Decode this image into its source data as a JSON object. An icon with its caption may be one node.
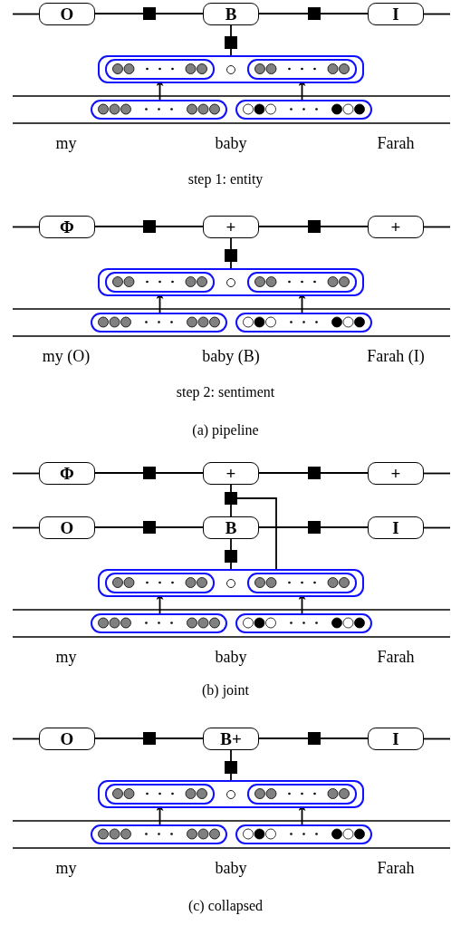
{
  "diagram": {
    "nodes": [
      {
        "text": [
          "O"
        ]
      },
      {
        "text": [],
        "shape": "square"
      },
      {
        "text": [
          "B"
        ]
      },
      {
        "text": [],
        "shape": "square"
      },
      {
        "text": [
          "I"
        ]
      },
      {
        "text": [],
        "shape": "square"
      },
      {
        "text": [],
        "shape": "box"
      },
      {
        "text": [],
        "shape": "box",
        "in": 6
      },
      {
        "text": [],
        "shape": "box",
        "in": 6
      },
      {
        "text": [],
        "shape": "box"
      },
      {
        "text": [],
        "shape": "box"
      },
      {
        "text": [
          "Φ"
        ]
      },
      {
        "text": [],
        "shape": "square"
      },
      {
        "text": [
          "+"
        ]
      },
      {
        "text": [],
        "shape": "square"
      },
      {
        "text": [
          "+"
        ]
      },
      {
        "text": [],
        "shape": "square"
      },
      {
        "text": [],
        "shape": "box"
      },
      {
        "text": [],
        "shape": "box",
        "in": 17
      },
      {
        "text": [],
        "shape": "box",
        "in": 17
      },
      {
        "text": [],
        "shape": "box"
      },
      {
        "text": [],
        "shape": "box"
      },
      {
        "text": [
          "Φ"
        ]
      },
      {
        "text": [],
        "shape": "square"
      },
      {
        "text": [
          "+"
        ]
      },
      {
        "text": [],
        "shape": "square"
      },
      {
        "text": [
          "+"
        ]
      },
      {
        "text": [],
        "shape": "square"
      },
      {
        "text": [
          "O"
        ]
      },
      {
        "text": [],
        "shape": "square"
      },
      {
        "text": [
          "B"
        ]
      },
      {
        "text": [],
        "shape": "square"
      },
      {
        "text": [
          "I"
        ]
      },
      {
        "text": [],
        "shape": "square"
      },
      {
        "text": [],
        "shape": "box"
      },
      {
        "text": [],
        "shape": "box",
        "in": 34
      },
      {
        "text": [],
        "shape": "box",
        "in": 34
      },
      {
        "text": [],
        "shape": "box"
      },
      {
        "text": [],
        "shape": "box"
      },
      {
        "text": [
          "O"
        ]
      },
      {
        "text": [],
        "shape": "square"
      },
      {
        "text": [
          "B+"
        ]
      },
      {
        "text": [],
        "shape": "square"
      },
      {
        "text": [
          "I"
        ]
      },
      {
        "text": [],
        "shape": "square"
      },
      {
        "text": [],
        "shape": "box"
      },
      {
        "text": [],
        "shape": "box",
        "in": 45
      },
      {
        "text": [],
        "shape": "box",
        "in": 45
      },
      {
        "text": [],
        "shape": "box"
      },
      {
        "text": [],
        "shape": "box"
      }
    ],
    "edges": [
      {
        "from": null,
        "to": 0,
        "arrow": "none"
      },
      {
        "from": 0,
        "to": 1,
        "arrow": "none"
      },
      {
        "from": 1,
        "to": 2,
        "arrow": "none"
      },
      {
        "from": 2,
        "to": 3,
        "arrow": "none"
      },
      {
        "from": 3,
        "to": 4,
        "arrow": "none"
      },
      {
        "from": 4,
        "to": null,
        "arrow": "none"
      },
      {
        "from": 2,
        "to": 5,
        "arrow": "none"
      },
      {
        "from": 5,
        "to": 6,
        "arrow": "none"
      },
      {
        "from": 9,
        "to": 7,
        "arrow": "to"
      },
      {
        "from": 10,
        "to": 8,
        "arrow": "to"
      },
      {
        "from": null,
        "to": 11,
        "arrow": "none"
      },
      {
        "from": 11,
        "to": 12,
        "arrow": "none"
      },
      {
        "from": 12,
        "to": 13,
        "arrow": "none"
      },
      {
        "from": 13,
        "to": 14,
        "arrow": "none"
      },
      {
        "from": 14,
        "to": 15,
        "arrow": "none"
      },
      {
        "from": 15,
        "to": null,
        "arrow": "none"
      },
      {
        "from": 13,
        "to": 16,
        "arrow": "none"
      },
      {
        "from": 16,
        "to": 17,
        "arrow": "none"
      },
      {
        "from": 20,
        "to": 18,
        "arrow": "to"
      },
      {
        "from": 21,
        "to": 19,
        "arrow": "to"
      },
      {
        "from": null,
        "to": 22,
        "arrow": "none"
      },
      {
        "from": 22,
        "to": 23,
        "arrow": "none"
      },
      {
        "from": 23,
        "to": 24,
        "arrow": "none"
      },
      {
        "from": 24,
        "to": 25,
        "arrow": "none"
      },
      {
        "from": 25,
        "to": 26,
        "arrow": "none"
      },
      {
        "from": 26,
        "to": null,
        "arrow": "none"
      },
      {
        "from": 24,
        "to": 27,
        "arrow": "none"
      },
      {
        "from": 27,
        "to": 30,
        "arrow": "none"
      },
      {
        "from": 27,
        "to": 34,
        "arrow": "none"
      },
      {
        "from": null,
        "to": 28,
        "arrow": "none"
      },
      {
        "from": 28,
        "to": 29,
        "arrow": "none"
      },
      {
        "from": 29,
        "to": 30,
        "arrow": "none"
      },
      {
        "from": 30,
        "to": 31,
        "arrow": "none"
      },
      {
        "from": 31,
        "to": 32,
        "arrow": "none"
      },
      {
        "from": 32,
        "to": null,
        "arrow": "none"
      },
      {
        "from": 30,
        "to": 33,
        "arrow": "none"
      },
      {
        "from": 33,
        "to": 34,
        "arrow": "none"
      },
      {
        "from": 37,
        "to": 35,
        "arrow": "to"
      },
      {
        "from": 38,
        "to": 36,
        "arrow": "to"
      },
      {
        "from": null,
        "to": 39,
        "arrow": "none"
      },
      {
        "from": 39,
        "to": 40,
        "arrow": "none"
      },
      {
        "from": 40,
        "to": 41,
        "arrow": "none"
      },
      {
        "from": 41,
        "to": 42,
        "arrow": "none"
      },
      {
        "from": 42,
        "to": 43,
        "arrow": "none"
      },
      {
        "from": 43,
        "to": null,
        "arrow": "none"
      },
      {
        "from": 41,
        "to": 44,
        "arrow": "none"
      },
      {
        "from": 44,
        "to": 45,
        "arrow": "none"
      },
      {
        "from": 48,
        "to": 46,
        "arrow": "to"
      },
      {
        "from": 49,
        "to": 47,
        "arrow": "to"
      }
    ],
    "labels": [
      "my",
      "baby",
      "Farah",
      "step 1: entity",
      "my (O)",
      "baby (B)",
      "Farah (I)",
      "step 2: sentiment",
      "(a) pipeline",
      "my",
      "baby",
      "Farah",
      "(b) joint",
      "my",
      "baby",
      "Farah",
      "(c) collapsed"
    ]
  }
}
